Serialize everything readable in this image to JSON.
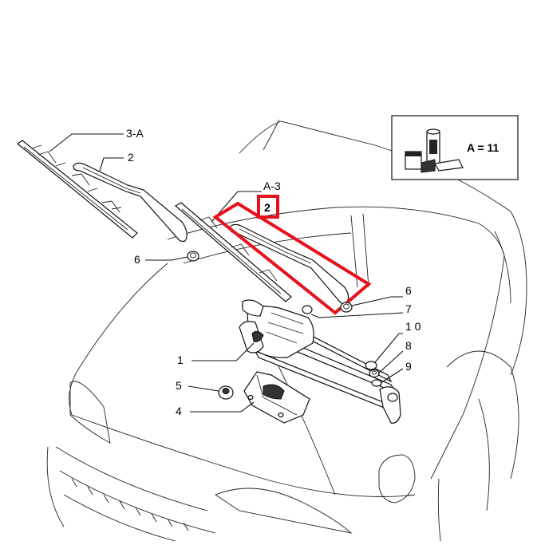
{
  "callouts": {
    "wiper_blade_left": "3-A",
    "wiper_arm_left": "2",
    "wiper_blade_right": "A-3",
    "wiper_arm_right": "2",
    "nut_left": "6",
    "nut_right": "6",
    "washer_7": "7",
    "washer_10": "1 0",
    "washer_8": "8",
    "washer_9": "9",
    "motor_linkage": "1",
    "grommet": "5",
    "bracket": "4"
  },
  "legend": {
    "text": "A = 11"
  },
  "colors": {
    "highlight": "#e8101a",
    "line": "#111111"
  }
}
